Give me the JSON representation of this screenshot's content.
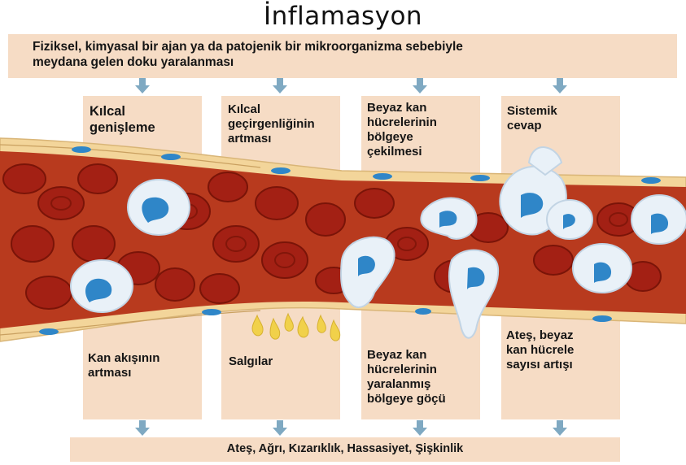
{
  "title": "İnflamasyon",
  "banner": {
    "text": "Fiziksel, kimyasal bir ajan ya da patojenik bir mikroorganizma sebebiyle\nmeydana gelen doku yaralanması"
  },
  "top_labels": [
    "Kılcal\ngenişleme",
    "Kılcal\ngeçirgenliğinin\nartması",
    "Beyaz kan\nhücrelerinin\nbölgeye\nçekilmesi",
    "Sistemik\ncevap"
  ],
  "bottom_labels": [
    "Kan akışının\nartması",
    "Salgılar",
    "Beyaz kan\nhücrelerinin\nyaralanmış\nbölgeye göçü",
    "Ateş, beyaz\nkan hücrele\nsayısı artışı"
  ],
  "footer": {
    "text": "Ateş, Ağrı, Kızarıklık, Hassasiyet, Şişkinlik"
  },
  "colors": {
    "panel": "#f6dcc5",
    "arrow": "#7fa9c2",
    "blood": "#b83a1e",
    "rbc": "#a32014",
    "wbc": "#e9f1f8",
    "nucleus": "#2f86c8",
    "wall": "#f3d59a",
    "secretion": "#f1d14a"
  }
}
